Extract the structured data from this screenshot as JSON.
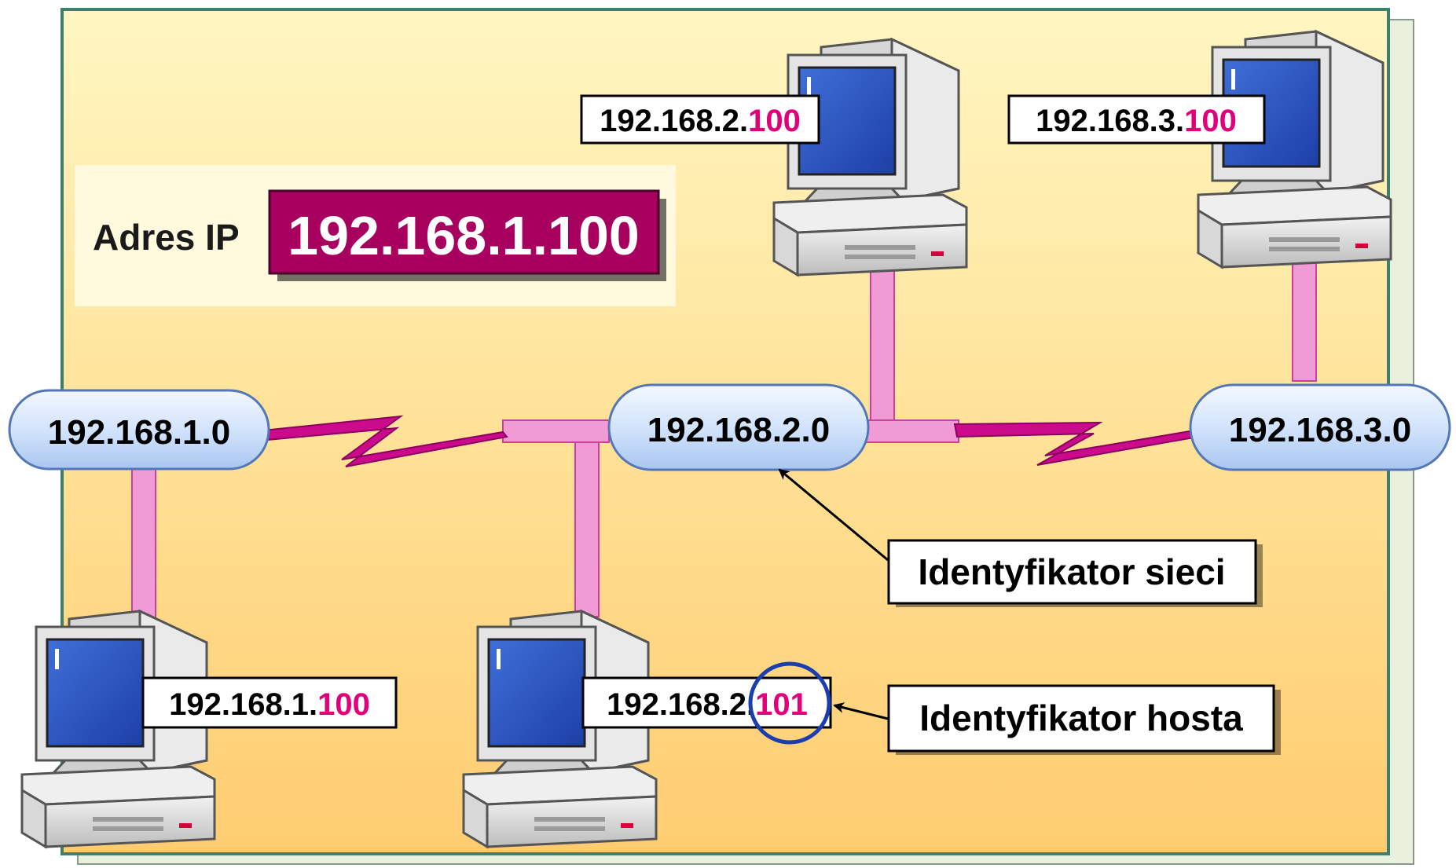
{
  "header": {
    "address_label": "Adres IP",
    "address_value": "192.168.1.100"
  },
  "networks": {
    "net1": "192.168.1.0",
    "net2": "192.168.2.0",
    "net3": "192.168.3.0"
  },
  "hosts": {
    "host_top_center": {
      "prefix": "192.168.2.",
      "suffix": "100"
    },
    "host_top_right": {
      "prefix": "192.168.3.",
      "suffix": "100"
    },
    "host_bottom_left": {
      "prefix": "192.168.1.",
      "suffix": "100"
    },
    "host_bottom_center": {
      "prefix": "192.168.2.",
      "suffix": "101"
    }
  },
  "callouts": {
    "network_id": "Identyfikator sieci",
    "host_id": "Identyfikator hosta"
  },
  "colors": {
    "panel_fill": "#fff6c2",
    "panel_border": "#3f7f6f",
    "gradient_inner": "#ffc860",
    "link_pink": "#f09ad6",
    "zigzag_magenta": "#cc0a8c",
    "address_box_fill": "#a8005e",
    "host_suffix_color": "#e0007a",
    "circle_blue": "#1a3eb0",
    "cloud_fill": "#cfe1fb",
    "cloud_border": "#5577b8"
  }
}
